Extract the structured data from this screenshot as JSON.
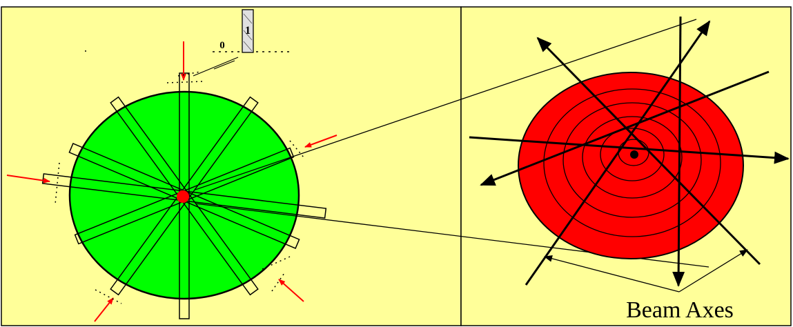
{
  "diagram": {
    "title": "",
    "left_panel": {
      "gauge_label_zero": "0",
      "gauge_label_one": "1"
    },
    "right_panel": {
      "caption": "Beam Axes"
    },
    "colors": {
      "background": "#FFFF99",
      "field_disk": "#00FF00",
      "target_disk": "#FF0000",
      "beam_arrow": "#FF0000",
      "outline": "#000000"
    }
  }
}
